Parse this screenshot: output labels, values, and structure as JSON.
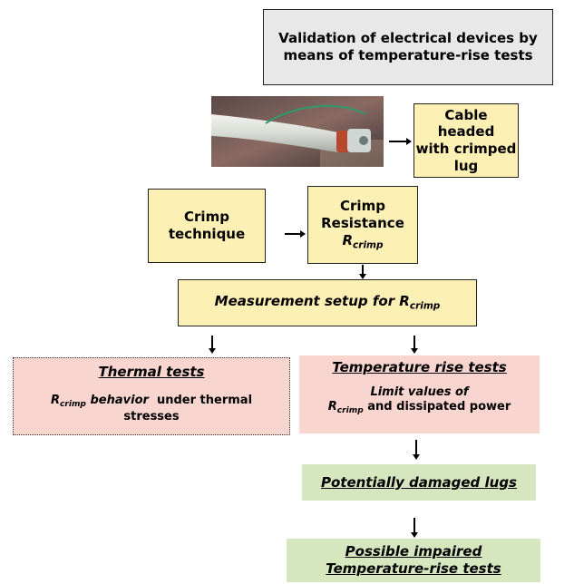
{
  "title_box": {
    "line1": "Validation of electrical devices by",
    "line2": "means of temperature-rise tests"
  },
  "cable_box": {
    "line1": "Cable headed",
    "line2": "with crimped",
    "line3": "lug"
  },
  "crimp_technique": {
    "line1": "Crimp",
    "line2": "technique"
  },
  "crimp_resistance": {
    "line1": "Crimp",
    "line2": "Resistance",
    "symbol": "R",
    "symbol_sub": "crimp"
  },
  "measurement_setup": {
    "text": "Measurement setup for R",
    "sub": "crimp"
  },
  "thermal_tests": {
    "title": "Thermal tests",
    "symbol": "R",
    "symbol_sub": "crimp",
    "behavior": "behavior",
    "rest_line1": "under thermal",
    "line2": "stresses"
  },
  "temperature_rise": {
    "title": "Temperature rise tests",
    "line1": "Limit values  of",
    "symbol": "R",
    "symbol_sub": "crimp",
    "line2_rest": "and dissipated power"
  },
  "damaged_lugs": {
    "text": "Potentially damaged lugs"
  },
  "impaired": {
    "line1": "Possible  impaired",
    "line2": "Temperature-rise tests"
  }
}
